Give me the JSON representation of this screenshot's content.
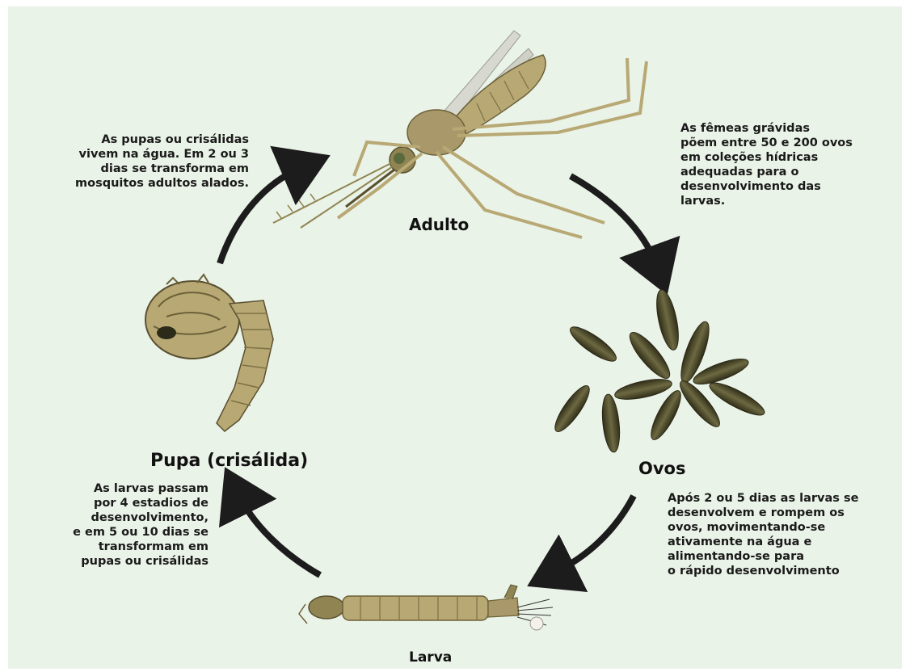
{
  "stages": {
    "adult": "Adulto",
    "eggs": "Ovos",
    "larva": "Larva",
    "pupa": "Pupa (crisálida)"
  },
  "descriptions": {
    "pupa_to_adult": "As pupas ou crisálidas\nvivem na água. Em 2 ou 3\ndias se transforma em\nmosquitos adultos alados.",
    "adult_to_eggs": "As fêmeas grávidas\npõem entre 50 e 200 ovos\nem coleções hídricas\nadequadas para o\ndesenvolvimento das\nlarvas.",
    "eggs_to_larva": "Após 2 ou 5 dias as larvas se\ndesenvolvem e rompem os\novos, movimentando-se\nativamente na água e\nalimentando-se para\no rápido desenvolvimento",
    "larva_to_pupa": "As larvas passam\npor 4 estadios de\ndesenvolvimento,\ne em 5 ou 10 dias se\ntransformam em\npupas ou crisálidas"
  },
  "colors": {
    "background": "#eaf3e8",
    "arrow": "#1c1c1c",
    "insect_body": "#b8a874",
    "insect_dark": "#6b6038",
    "egg": "#4e4a2c"
  }
}
